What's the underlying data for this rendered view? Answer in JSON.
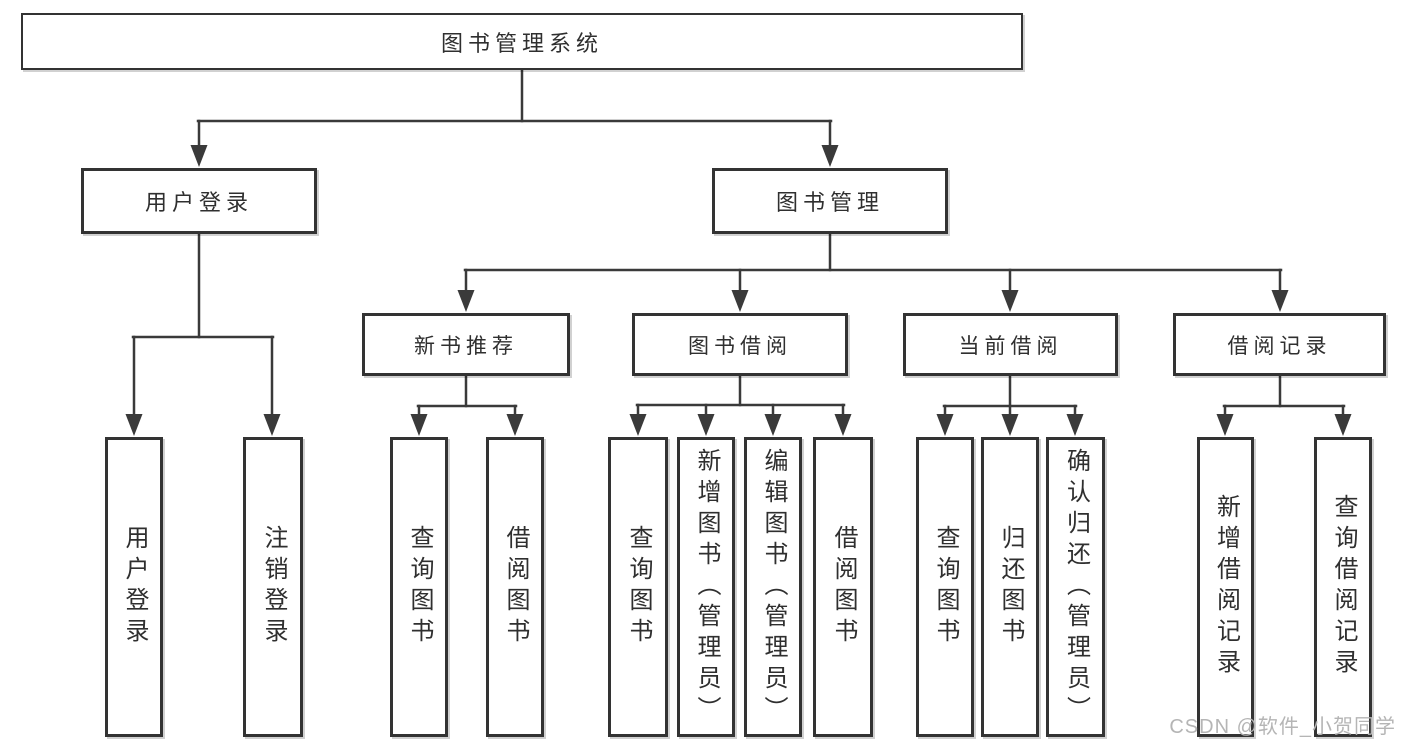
{
  "diagram": {
    "root": {
      "label": "图书管理系统"
    },
    "branches": [
      {
        "label": "用户登录",
        "children": [
          {
            "label": "用户登录"
          },
          {
            "label": "注销登录"
          }
        ]
      },
      {
        "label": "图书管理",
        "children": [
          {
            "label": "新书推荐",
            "children": [
              {
                "label": "查询图书"
              },
              {
                "label": "借阅图书"
              }
            ]
          },
          {
            "label": "图书借阅",
            "children": [
              {
                "label": "查询图书"
              },
              {
                "label": "新增图书（管理员）"
              },
              {
                "label": "编辑图书（管理员）"
              },
              {
                "label": "借阅图书"
              }
            ]
          },
          {
            "label": "当前借阅",
            "children": [
              {
                "label": "查询图书"
              },
              {
                "label": "归还图书"
              },
              {
                "label": "确认归还（管理员）"
              }
            ]
          },
          {
            "label": "借阅记录",
            "children": [
              {
                "label": "新增借阅记录"
              },
              {
                "label": "查询借阅记录"
              }
            ]
          }
        ]
      }
    ]
  },
  "watermark": {
    "text": "CSDN @软件_小贺同学"
  },
  "colors": {
    "background": "#ffffff",
    "line": "#3a3a3a",
    "box_border": "#333333",
    "text": "#2f2f2f",
    "watermark": "#b5b5b5"
  }
}
